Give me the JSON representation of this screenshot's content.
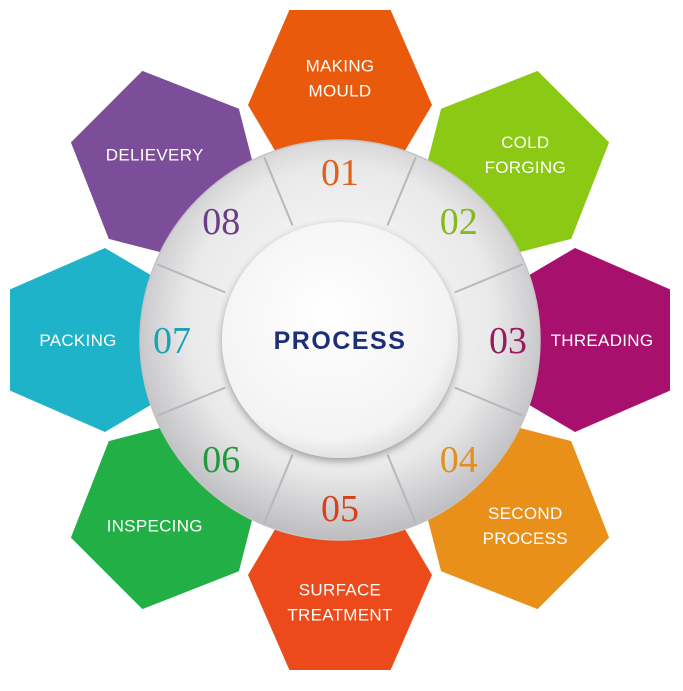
{
  "center": {
    "title": "PROCESS"
  },
  "steps": [
    {
      "number": "01",
      "lines": [
        "MAKING",
        "MOULD"
      ],
      "color": "#ea5a0c",
      "number_color": "#e0611a"
    },
    {
      "number": "02",
      "lines": [
        "COLD",
        "FORGING"
      ],
      "color": "#8cc915",
      "number_color": "#86b91a"
    },
    {
      "number": "03",
      "lines": [
        "THREADING"
      ],
      "color": "#a8106e",
      "number_color": "#9a1a5e"
    },
    {
      "number": "04",
      "lines": [
        "SECOND",
        "PROCESS"
      ],
      "color": "#e8901a",
      "number_color": "#e0901e"
    },
    {
      "number": "05",
      "lines": [
        "SURFACE",
        "TREATMENT"
      ],
      "color": "#ec4a1a",
      "number_color": "#d8401a"
    },
    {
      "number": "06",
      "lines": [
        "INSPECING"
      ],
      "color": "#22b046",
      "number_color": "#1e9a3a"
    },
    {
      "number": "07",
      "lines": [
        "PACKING"
      ],
      "color": "#1fb3c9",
      "number_color": "#1aa2b6"
    },
    {
      "number": "08",
      "lines": [
        "DELIEVERY"
      ],
      "color": "#7c4d98",
      "number_color": "#6a3d86"
    }
  ]
}
